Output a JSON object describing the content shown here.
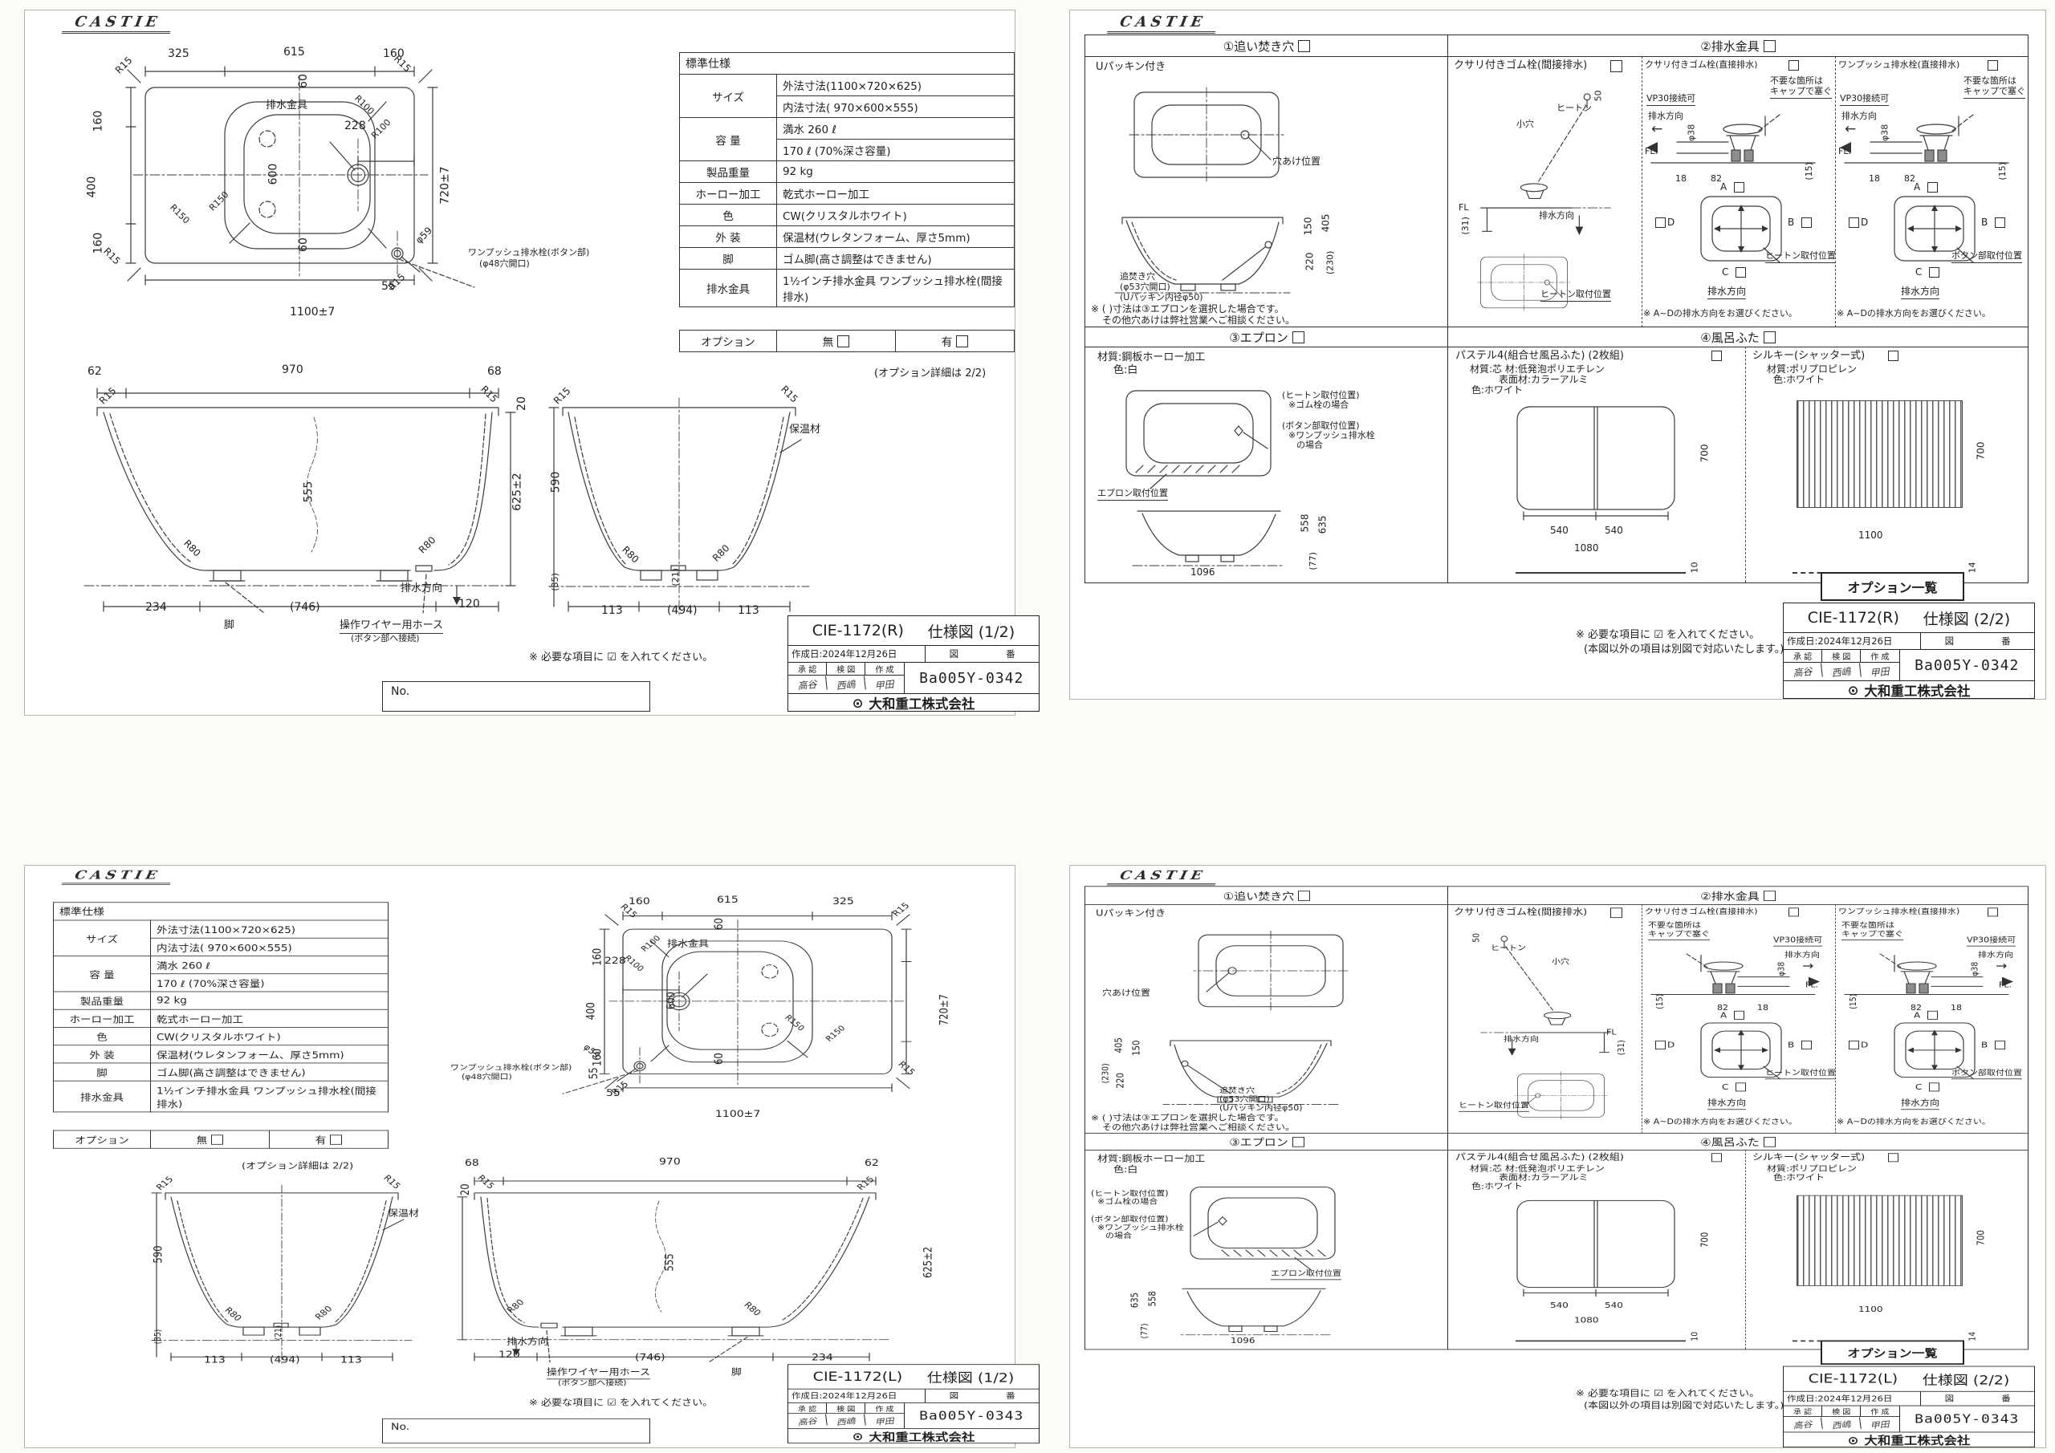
{
  "brand": "CASTIE",
  "company": "大和重工株式会社",
  "mark": "⊙",
  "notes": {
    "check": "※ 必要な項目に ☑ を入れてください。",
    "check2": "(本図以外の項目は別図で対応いたします。)",
    "no": "No.",
    "option_detail": "(オプション詳細は 2/2)",
    "option_list": "オプション一覧"
  },
  "tb": {
    "date": "作成日:2024年12月26日",
    "zu": "図",
    "ban": "番",
    "approve": "承 認",
    "check": "検 図",
    "create": "作 成",
    "sig1": "高谷",
    "sig2": "西嶋",
    "sig3": "甲田"
  },
  "sheets": {
    "r1": {
      "model": "CIE-1172(R)",
      "title": "仕様図 (1/2)",
      "no": "Ba005Y-0342"
    },
    "r2": {
      "model": "CIE-1172(R)",
      "title": "仕様図 (2/2)",
      "no": "Ba005Y-0342"
    },
    "l1": {
      "model": "CIE-1172(L)",
      "title": "仕様図 (1/2)",
      "no": "Ba005Y-0343"
    },
    "l2": {
      "model": "CIE-1172(L)",
      "title": "仕様図 (2/2)",
      "no": "Ba005Y-0343"
    }
  },
  "spec": {
    "title": "標準仕様",
    "size_label": "サイズ",
    "size_v1": "外法寸法(1100×720×625)",
    "size_v2": "内法寸法( 970×600×555)",
    "cap_label": "容 量",
    "cap_v1": "満水 260 ℓ",
    "cap_v2": "170 ℓ (70%深さ容量)",
    "weight_label": "製品重量",
    "weight_v": "92 kg",
    "enamel_label": "ホーロー加工",
    "enamel_v": "乾式ホーロー加工",
    "color_label": "色",
    "color_v": "CW(クリスタルホワイト)",
    "ext_label": "外 装",
    "ext_v": "保温材(ウレタンフォーム、厚さ5mm)",
    "leg_label": "脚",
    "leg_v": "ゴム脚(高さ調整はできません)",
    "drain_label": "排水金具",
    "drain_v": "1½インチ排水金具 ワンプッシュ排水栓(間接排水)",
    "opt_label": "オプション",
    "opt_none": "無",
    "opt_have": "有"
  },
  "plan": {
    "d325": "325",
    "d615": "615",
    "d160t": "160",
    "d60": "60",
    "r15": "R15",
    "d160": "160",
    "d400": "400",
    "d600": "600",
    "d720": "720±7",
    "d228": "228",
    "drain": "排水金具",
    "r100": "R100",
    "r150": "R150",
    "d59": "φ59",
    "d55": "55",
    "d1100": "1100±7",
    "push1": "ワンプッシュ排水栓(ボタン部)",
    "push2": "(φ48穴開口)"
  },
  "side": {
    "d62": "62",
    "d970": "970",
    "d68": "68",
    "d20": "20",
    "d555": "555",
    "d625": "625±2",
    "r80": "R80",
    "r15": "R15",
    "d234": "234",
    "d746": "(746)",
    "d120": "120",
    "dir": "排水方向",
    "leg": "脚",
    "hose1": "操作ワイヤー用ホース",
    "hose2": "(ボタン部へ接続)"
  },
  "end": {
    "ins": "保温材",
    "d590": "590",
    "d35": "(35)",
    "d21": "(21)",
    "d113": "113",
    "d494": "(494)",
    "r80": "R80",
    "r15": "R15"
  },
  "opt": {
    "s1": {
      "h": "①追い焚き穴",
      "sub": "Uパッキン付き",
      "pos": "穴あけ位置",
      "hole1": "追焚き穴",
      "hole2": "(φ53穴開口)",
      "hole3": "(Uパッキン内径φ50)",
      "d150": "150",
      "d220": "220",
      "d405": "405",
      "d230": "(230)",
      "n1": "※ ( )寸法は③エプロンを選択した場合です。",
      "n2": "その他穴あけは弊社営業へご相談ください。"
    },
    "s2": {
      "h": "②排水金具",
      "a": {
        "t": "クサリ付きゴム栓(間接排水)",
        "hiton": "ヒートン",
        "koana": "小穴",
        "d50": "50",
        "fl": "FL",
        "d31": "(31)",
        "dir": "排水方向",
        "pos": "ヒートン取付位置"
      },
      "b": {
        "t": "クサリ付きゴム栓(直接排水)",
        "vp": "VP30接続可",
        "cap1": "不要な箇所は",
        "cap2": "キャップで塞ぐ",
        "dir": "排水方向",
        "d38": "φ38",
        "fl": "FL.",
        "d18": "18",
        "d82": "82",
        "d15": "(15)",
        "A": "A",
        "B": "B",
        "C": "C",
        "D": "D",
        "pos": "ヒートン取付位置",
        "dir2": "排水方向",
        "note": "※ A~Dの排水方向をお選びください。"
      },
      "c": {
        "t": "ワンプッシュ排水栓(直接排水)",
        "pos": "ボタン部取付位置"
      }
    },
    "s3": {
      "h": "③エプロン",
      "mat": "材質:鋼板ホーロー加工",
      "col": "色:白",
      "p1": "(ヒートン取付位置)",
      "p2": "※ゴム栓の場合",
      "p3": "(ボタン部取付位置)",
      "p4": "※ワンプッシュ排水栓",
      "p5": "の場合",
      "p6": "エプロン取付位置",
      "d558": "558",
      "d635": "635",
      "d77": "(77)",
      "d1096": "1096"
    },
    "s4": {
      "h": "④風呂ふた",
      "a": {
        "t": "パステル4(組合せ風呂ふた) (2枚組)",
        "m1": "材質:芯 材:低発泡ポリエチレン",
        "m2": "表面材:カラーアルミ",
        "m3": "色:ホワイト",
        "d700": "700",
        "d540": "540",
        "d1080": "1080",
        "d10": "10"
      },
      "b": {
        "t": "シルキー(シャッター式)",
        "m1": "材質:ポリプロピレン",
        "m2": "色:ホワイト",
        "d700": "700",
        "d1100": "1100",
        "d14": "14"
      }
    }
  }
}
